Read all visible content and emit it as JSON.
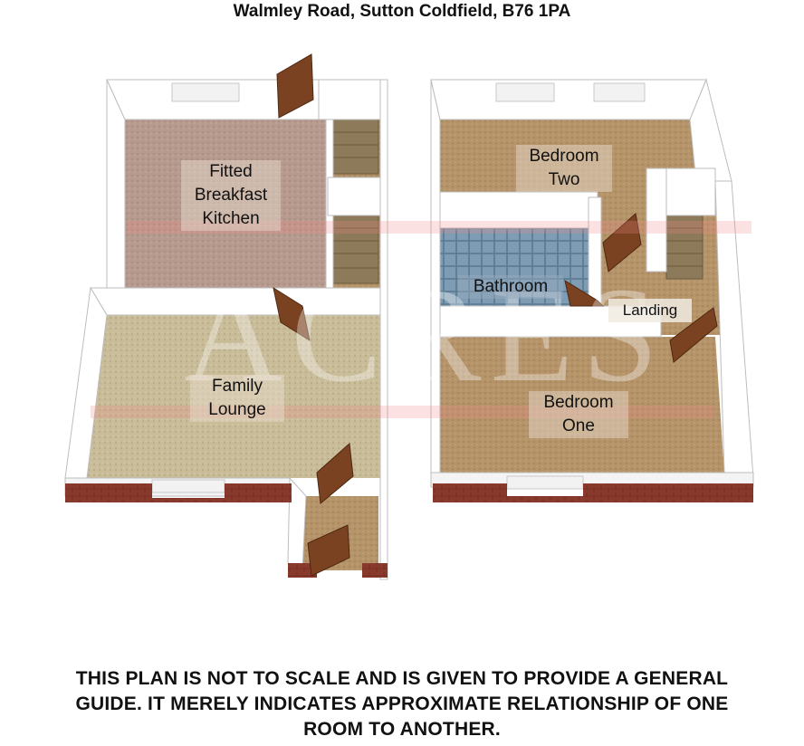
{
  "title": "Walmley Road, Sutton Coldfield, B76 1PA",
  "watermark": "ACRES",
  "rooms": {
    "kitchen": [
      "Fitted",
      "Breakfast",
      "Kitchen"
    ],
    "lounge": [
      "Family",
      "Lounge"
    ],
    "bedroom_two": [
      "Bedroom",
      "Two"
    ],
    "bathroom": "Bathroom",
    "landing": "Landing",
    "bedroom_one": [
      "Bedroom",
      "One"
    ]
  },
  "disclaimer": [
    "THIS PLAN IS NOT TO SCALE AND IS GIVEN TO PROVIDE A GENERAL",
    "GUIDE. IT MERELY INDICATES APPROXIMATE RELATIONSHIP OF ONE",
    "ROOM TO ANOTHER."
  ],
  "colors": {
    "wall": "#ffffff",
    "brick": "#8a3a2c",
    "carpet_pink": "#b79a8e",
    "carpet_cream": "#c9bc98",
    "carpet_brown": "#b5946a",
    "tile_blue": "#6e8fa8",
    "door": "#7a4220",
    "stairs": "#8c7a5a"
  }
}
